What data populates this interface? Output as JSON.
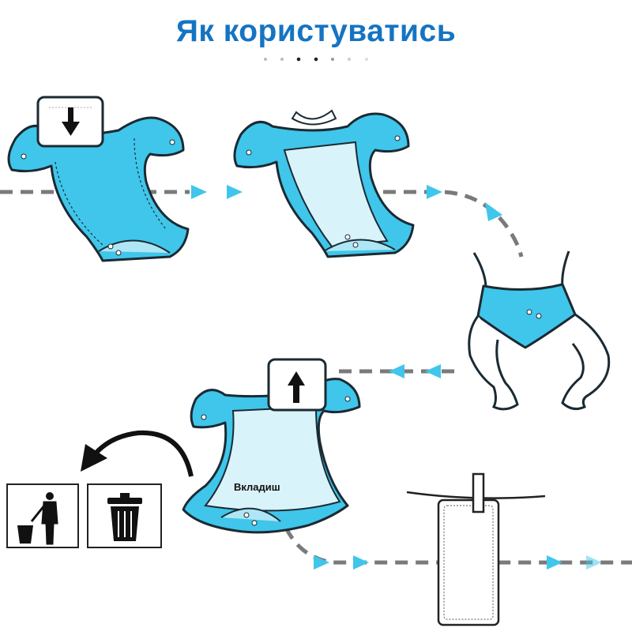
{
  "title": "Як користуватись",
  "carousel": {
    "count": 7,
    "active": [
      2,
      3
    ]
  },
  "steps": [
    {
      "id": "insert-pad",
      "icon": "down-arrow-icon"
    },
    {
      "id": "pad-inserted"
    },
    {
      "id": "put-on-baby"
    },
    {
      "id": "remove-pad",
      "icon": "up-arrow-icon",
      "label": "Вкладиш"
    },
    {
      "id": "dispose",
      "icons": [
        "person-trash-icon",
        "trash-can-icon"
      ]
    },
    {
      "id": "dry-insert"
    }
  ],
  "colors": {
    "title": "#1574c2",
    "diaper": "#3fc6ea",
    "inner": "#d9f3fa",
    "dash": "#7a7a7a"
  }
}
